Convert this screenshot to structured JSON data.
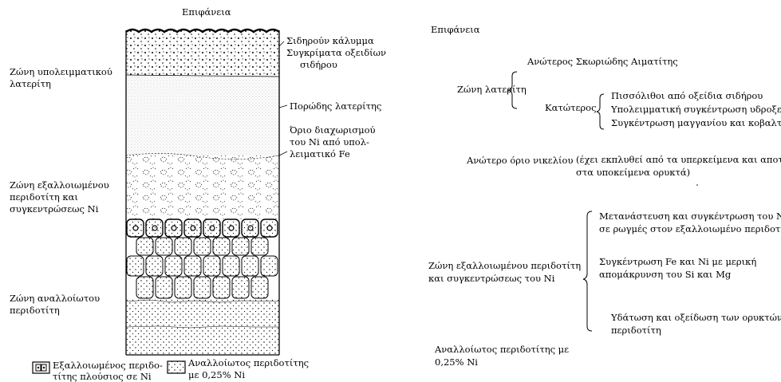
{
  "left": {
    "top_label": "Επιφάνεια",
    "zones": {
      "residual_laterite": [
        "Ζώνη υπολειμματικού",
        "λατερίτη"
      ],
      "weathered": [
        "Ζώνη εξαλλοιωμένου",
        "περιδοτίτη και",
        "συγκεντρώσεως Ni"
      ],
      "unaltered": [
        "Ζώνη αναλλοίωτου",
        "περιδοτίτη"
      ]
    },
    "annotations": {
      "iron_cap": [
        "Σιδηρούν κάλυμμα",
        "Συγκρίματα οξειδίων",
        "σιδήρου"
      ],
      "porous": "Πορώδης λατερίτης",
      "boundary": [
        "Όριο διαχωρισμού",
        "του Ni από υπολ-",
        "λειματικό Fe"
      ]
    },
    "legend": {
      "weathered": [
        "Εξαλλοιωμένος περιδο-",
        "τίτης πλούσιος σε Ni"
      ],
      "unaltered": [
        "Αναλλοίωτος περιδοτίτης",
        "με 0,25% Ni"
      ]
    }
  },
  "right": {
    "top_label": "Επιφάνεια",
    "laterite_zone": "Ζώνη λατερίτη",
    "upper": "Ανώτερος Σκωριώδης Αιματίτης",
    "lower": "Κατώτερος",
    "lower_items": [
      "Πισσόλιθοι από οξείδια σιδήρου",
      "Υπολειμματική συγκέντρωση υδροξειδίων",
      "Συγκέντρωση μαγγανίου και κοβαλτίου"
    ],
    "nickel_limit": "Ανώτερο όριο νικελίου",
    "nickel_note": [
      "(έχει εκπλυθεί από τα υπερκείμενα και αποτίθεται",
      "στα υποκείμενα ορυκτά)"
    ],
    "weathered_zone": [
      "Ζώνη εξαλλοιωμένου περιδοτίτη",
      "και συγκεντρώσεως του Ni"
    ],
    "process_items": [
      [
        "Μετανάστευση και συγκέντρωση του Ni",
        "σε ρωγμές στον εξαλλοιωμένο περιδοτίτη"
      ],
      [
        "Συγκέντρωση Fe και Ni με μερική",
        "απομάκρυνση του Si και Mg"
      ],
      [
        "Υδάτωση και οξείδωση των ορυκτών του",
        "περιδοτίτη"
      ]
    ],
    "unaltered": [
      "Αναλλοίωτος περιδοτίτης με",
      "0,25% Ni"
    ]
  }
}
